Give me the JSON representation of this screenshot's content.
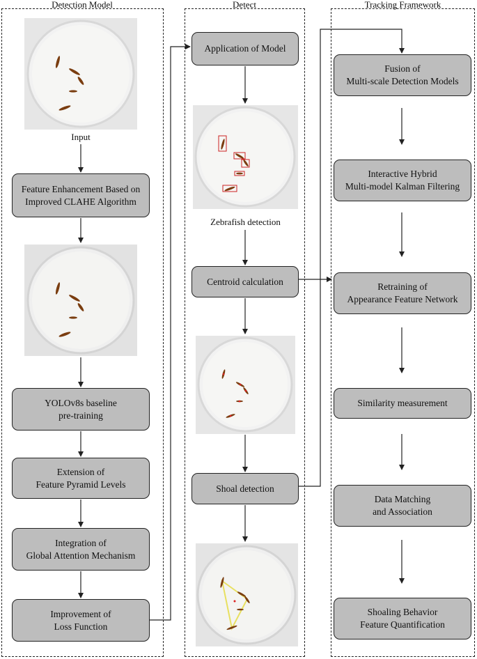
{
  "columns": {
    "detection_model": {
      "title": "Detection Model",
      "input_caption": "Input",
      "steps": [
        "Feature Enhancement Based on\nImproved CLAHE Algorithm",
        "YOLOv8s baseline\npre-training",
        "Extension of\nFeature Pyramid Levels",
        "Integration of\nGlobal Attention Mechanism",
        "Improvement of\nLoss Function"
      ]
    },
    "detect": {
      "title": "Detect",
      "steps": [
        "Application of Model",
        "Centroid calculation",
        "Shoal detection"
      ],
      "detection_caption": "Zebrafish detection"
    },
    "tracking": {
      "title": "Tracking Framework",
      "steps": [
        "Fusion of\nMulti-scale Detection Models",
        "Interactive Hybrid\nMulti-model Kalman Filtering",
        "Retraining of\nAppearance Feature Network",
        "Similarity measurement",
        "Data Matching\nand Association",
        "Shoaling Behavior\nFeature Quantification"
      ]
    }
  },
  "colors": {
    "box_fill": "#bdbdbd",
    "border": "#222222",
    "fish": "#7a3d10",
    "bbox": "#cc2222",
    "shoal_polygon": "#e8e060"
  }
}
